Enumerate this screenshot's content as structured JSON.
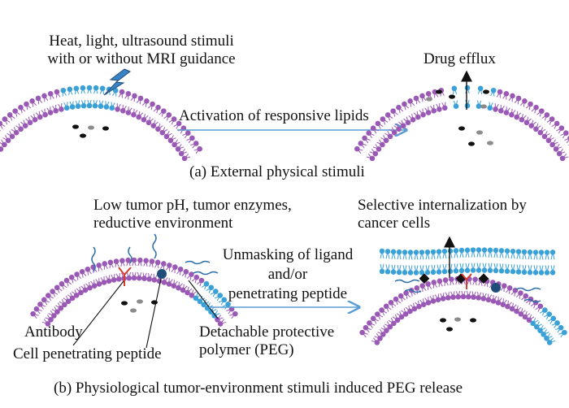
{
  "panel_a": {
    "stimuli_line1": "Heat, light, ultrasound stimuli",
    "stimuli_line2": "with or without MRI guidance",
    "arrow_label": "Activation of responsive lipids",
    "efflux_label": "Drug efflux",
    "caption": "(a)  External physical stimuli"
  },
  "panel_b": {
    "env_line1": "Low tumor pH, tumor enzymes,",
    "env_line2": "reductive environment",
    "internal_line1": "Selective internalization by",
    "internal_line2": "cancer cells",
    "arrow_line1": "Unmasking of ligand",
    "arrow_line2": "and/or",
    "arrow_line3": "penetrating peptide",
    "antibody": "Antibody",
    "peptide": "Cell penetrating peptide",
    "peg_line1": "Detachable protective",
    "peg_line2": "polymer (PEG)",
    "caption": "(b)  Physiological tumor-environment stimuli induced PEG release"
  },
  "colors": {
    "lipid_head": "#9b59b6",
    "responsive_lipid": "#3aa0d8",
    "arrow": "#5b9bd5",
    "drug_black": "#111111",
    "drug_grey": "#8c8c8c",
    "peg": "#2e6fa8",
    "antibody": "#d83a2e",
    "peptide": "#1f4e79"
  },
  "icons": {
    "stimulus": "lightning-bolt-icon"
  }
}
